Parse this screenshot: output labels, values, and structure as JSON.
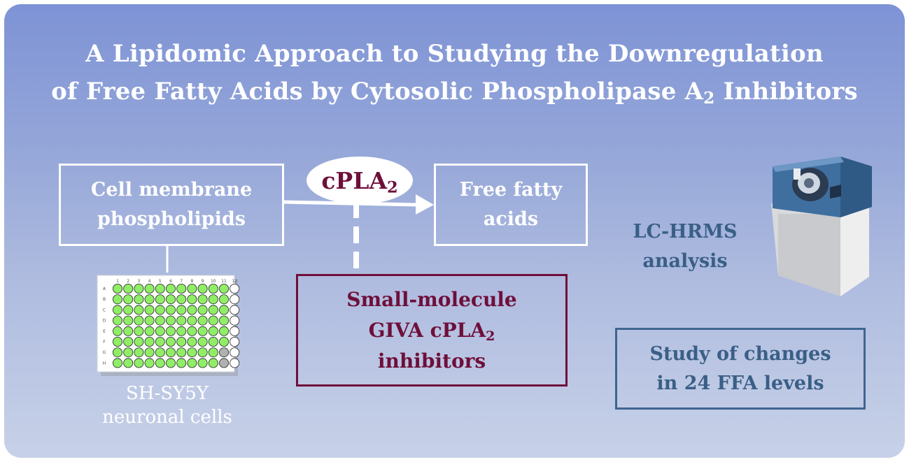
{
  "title": {
    "line1": "A Lipidomic Approach to Studying the Downregulation",
    "line2_prefix": "of Free Fatty Acids by Cytosolic Phospholipase A",
    "line2_sub": "2",
    "line2_suffix": " Inhibitors"
  },
  "nodes": {
    "membrane": {
      "line1": "Cell membrane",
      "line2": "phospholipids"
    },
    "enzyme": {
      "main": "cPLA",
      "sub": "2"
    },
    "ffa": {
      "line1": "Free fatty",
      "line2": "acids"
    },
    "inhibitors": {
      "line1": "Small-molecule",
      "line2_prefix": "GIVA cPLA",
      "line2_sub": "2",
      "line3": "inhibitors"
    },
    "cells": {
      "line1": "SH-SY5Y",
      "line2": "neuronal cells"
    },
    "lchrms": {
      "line1": "LC-HRMS",
      "line2": "analysis"
    },
    "study": {
      "line1": "Study of changes",
      "line2": "in 24 FFA levels"
    }
  },
  "plate": {
    "columns": [
      "1",
      "2",
      "3",
      "4",
      "5",
      "6",
      "7",
      "8",
      "9",
      "10",
      "11",
      "12"
    ],
    "rows": [
      "A",
      "B",
      "C",
      "D",
      "E",
      "F",
      "G",
      "H"
    ]
  },
  "colors": {
    "background_top": "#7e93d6",
    "background_bottom": "#c7d1e8",
    "dark_accent": "#6e0f3a",
    "blue_accent": "#3a5f86",
    "well_green": "#90ee66",
    "well_gray": "#b0b0b0"
  }
}
